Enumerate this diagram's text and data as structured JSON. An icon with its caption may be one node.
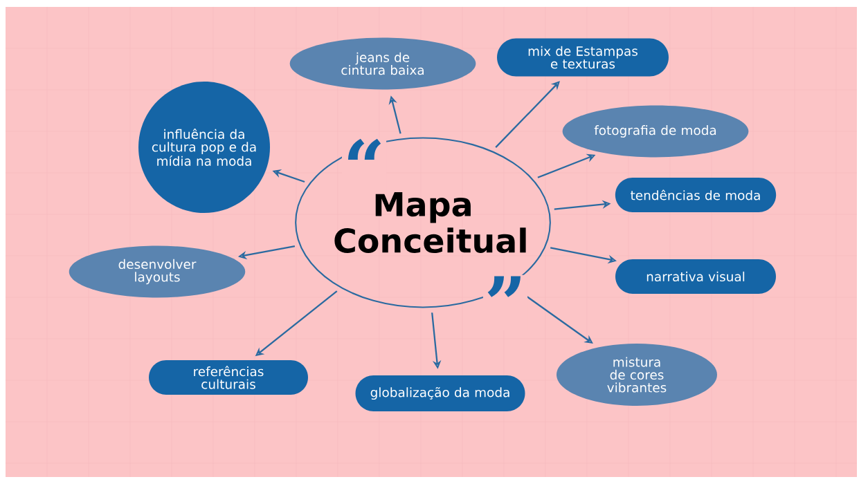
{
  "diagram": {
    "nodes": [
      {
        "text": [
          "Mapa Conceitual"
        ]
      },
      {
        "text": [
          "influência da cultura pop e da mídia na moda"
        ]
      },
      {
        "text": [
          "jeans de cintura baixa"
        ]
      },
      {
        "text": [
          "mix de Estampas e texturas"
        ]
      },
      {
        "text": [
          "fotografia de moda"
        ]
      },
      {
        "text": [
          "tendências de moda"
        ]
      },
      {
        "text": [
          "desenvolver layouts"
        ]
      },
      {
        "text": [
          "narrativa visual"
        ]
      },
      {
        "text": [
          "referências culturais"
        ]
      },
      {
        "text": [
          "globalização da moda"
        ]
      },
      {
        "text": [
          "mistura de cores vibrantes"
        ]
      }
    ],
    "edges": [
      {
        "from": 0,
        "to": 1,
        "arrow": "to"
      },
      {
        "from": 0,
        "to": 2,
        "arrow": "to"
      },
      {
        "from": 0,
        "to": 3,
        "arrow": "to"
      },
      {
        "from": 0,
        "to": 4,
        "arrow": "to"
      },
      {
        "from": 0,
        "to": 5,
        "arrow": "to"
      },
      {
        "from": 0,
        "to": 6,
        "arrow": "to"
      },
      {
        "from": 0,
        "to": 7,
        "arrow": "to"
      },
      {
        "from": 0,
        "to": 8,
        "arrow": "to"
      },
      {
        "from": 0,
        "to": 9,
        "arrow": "to"
      },
      {
        "from": 0,
        "to": 10,
        "arrow": "to"
      }
    ],
    "labels": [
      "“",
      "”"
    ]
  }
}
